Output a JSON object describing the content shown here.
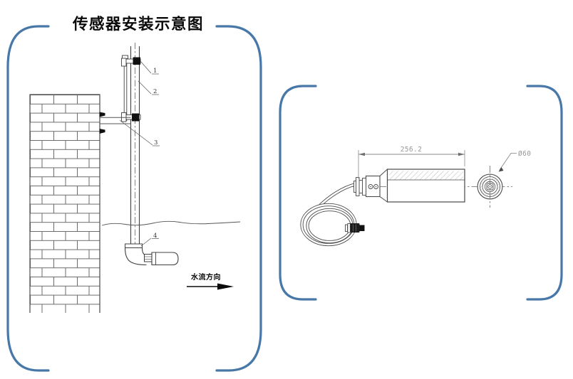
{
  "page": {
    "title": "传感器安装示意图"
  },
  "colors": {
    "frame_blue": "#4778a8",
    "drawing_line": "#404040",
    "dimension_gray": "#979797",
    "black": "#0a0a0a"
  },
  "installation_view": {
    "part_labels": [
      "1",
      "2",
      "3",
      "4"
    ],
    "flow_direction_label": "水流方向"
  },
  "sensor_view": {
    "length_dimension": "256.2",
    "diameter_dimension": "Ø60"
  }
}
